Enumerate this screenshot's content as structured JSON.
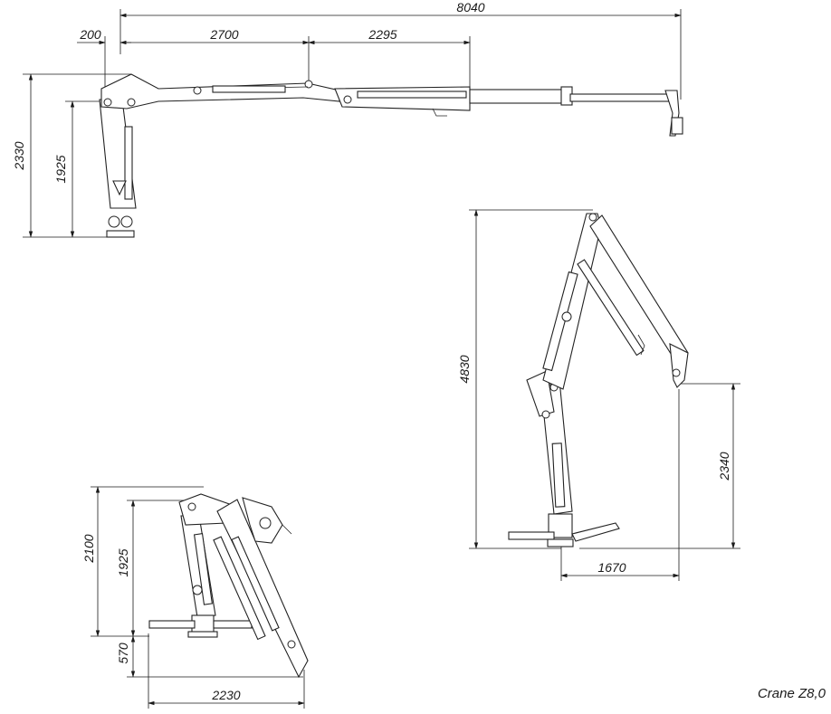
{
  "caption": "Crane Z8,0",
  "views": {
    "top_extended": {
      "total_reach": "8040",
      "offset": "200",
      "boom1": "2700",
      "boom2": "2295",
      "height_total": "2330",
      "height_pivot": "1925"
    },
    "raised": {
      "max_height": "4830",
      "tip_height": "2340",
      "tip_reach": "1670"
    },
    "folded": {
      "height": "2100",
      "pivot_height": "1925",
      "below_base": "570",
      "width": "2230"
    }
  },
  "icons": [
    "dimension-arrow-icon",
    "pivot-pin-icon",
    "hydraulic-cylinder-icon",
    "grapple-icon"
  ]
}
